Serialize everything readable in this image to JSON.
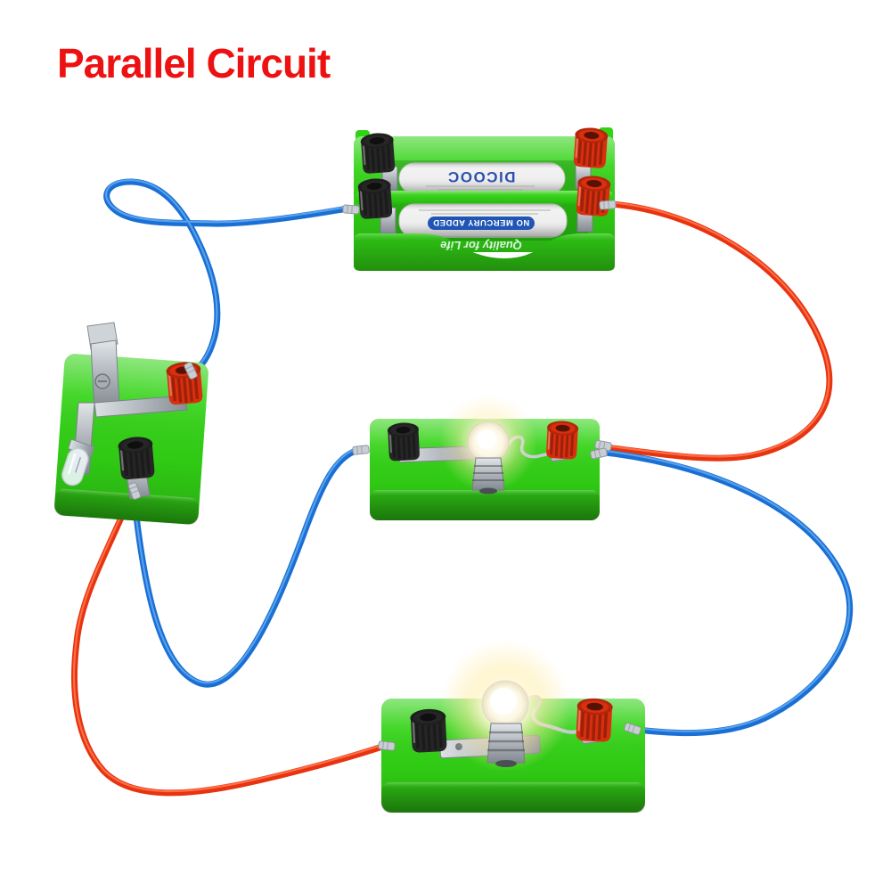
{
  "title": {
    "text": "Parallel Circuit"
  },
  "battery_holder": {
    "brand": "DICOOC",
    "no_mercury": "NO MERCURY ADDED",
    "slogan": "Quality for Life"
  },
  "components": {
    "battery_pack": "2 AA battery holder with black and red binding posts",
    "switch": "lever switch module with red and black binding posts and clear LED",
    "bulb_center": "lit incandescent bulb module, black and red binding posts",
    "bulb_bottom": "lit incandescent bulb module, black and red binding posts"
  },
  "wires": {
    "battery_to_switch": "blue",
    "battery_to_center_bulb": "red",
    "center_bulb_to_bottom_bulb": "blue",
    "switch_to_center_bulb": "blue",
    "switch_to_bottom_bulb": "red"
  },
  "colors": {
    "title-red": "#ee1111",
    "base-green": "#32d315",
    "wire-red": "#e73310",
    "wire-red-light": "#ff7a50",
    "wire-blue": "#1a6fd4",
    "wire-blue-light": "#63aaf0",
    "terminal-red": "#d92f0e",
    "terminal-black": "#262626",
    "battery-white": "#efefef",
    "brand-blue": "#2b50ae",
    "badge-blue": "#1f55b4",
    "metal-silver": "#c9ced4"
  }
}
